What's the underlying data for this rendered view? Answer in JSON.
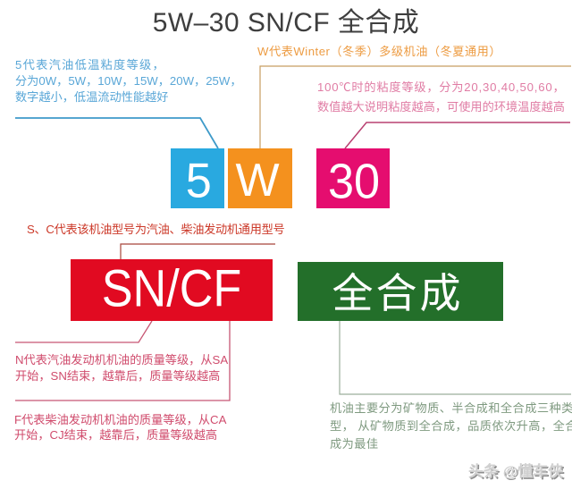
{
  "page": {
    "title": "5W–30 SN/CF 全合成",
    "title_color": "#3e3e3e",
    "background": "#ffffff"
  },
  "boxes": {
    "winter_rating": {
      "label": "5",
      "color": "#29a9e0",
      "text_color": "#ffffff"
    },
    "winter_letter": {
      "label": "W",
      "color": "#f4911e",
      "text_color": "#ffffff"
    },
    "hot_rating": {
      "label": "30",
      "color": "#e50d6f",
      "text_color": "#ffffff"
    },
    "api_grade": {
      "label": "SN/CF",
      "color": "#e10a21",
      "text_color": "#ffffff"
    },
    "synthetic": {
      "label": "全合成",
      "color": "#236f2a",
      "text_color": "#ffffff"
    }
  },
  "annotations": {
    "low_temp": {
      "lines": [
        "5代表汽油低温粘度等级，",
        "分为0W，5W，10W，15W，20W，25W，",
        "数字越小，低温流动性能越好"
      ],
      "color": "#5aa7d7",
      "line_color": "#3e9ac9"
    },
    "winter": {
      "lines": [
        "W代表Winter（冬季）多级机油（冬夏通用）"
      ],
      "color": "#ed9c43",
      "line_color": "#c89d62"
    },
    "high_temp": {
      "lines": [
        "100℃时的粘度等级，分为20,30,40,50,60，",
        "数值越大说明粘度越高，可使用的环境温度越高"
      ],
      "color": "#e07ca4",
      "line_color": "#b94071"
    },
    "sc_type": {
      "lines": [
        "S、C代表该机油型号为汽油、柴油发动机通用型号"
      ],
      "color": "#cc3929",
      "line_color": "#a8453a"
    },
    "n_grade": {
      "lines": [
        "N代表汽油发动机机油的质量等级，从SA",
        "开始，SN结束，越靠后，质量等级越高"
      ],
      "color": "#d04c6d",
      "line_color": "#c75673"
    },
    "f_grade": {
      "lines": [
        "F代表柴油发动机机油的质量等级，从CA",
        "开始，CJ结束，越靠后，质量等级越高"
      ],
      "color": "#d04c6d",
      "line_color": "#c75673"
    },
    "synthetic_note": {
      "lines": [
        "机油主要分为矿物质、半合成和全合成三种类",
        "型， 从矿物质到全合成，品质依次升高，全合",
        "成为最佳"
      ],
      "color": "#7f9a80",
      "line_color": "#9caf9c"
    }
  },
  "watermark": {
    "text": "头条 @懂车侠",
    "color": "#d0d0d0"
  }
}
